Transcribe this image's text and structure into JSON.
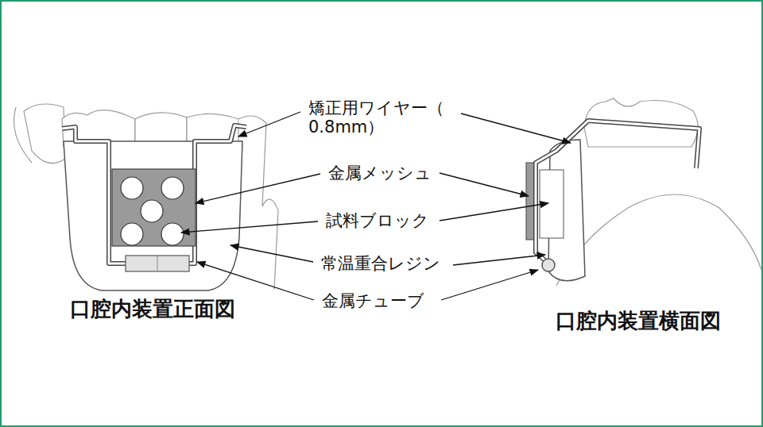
{
  "diagram": {
    "labels": [
      "矯正用ワイヤー（ 0.8mm）",
      "金属メッシュ",
      "試料ブロック",
      "常温重合レジン",
      "金属チューブ",
      "口腔内装置正面図",
      "口腔内装置横面図"
    ]
  }
}
